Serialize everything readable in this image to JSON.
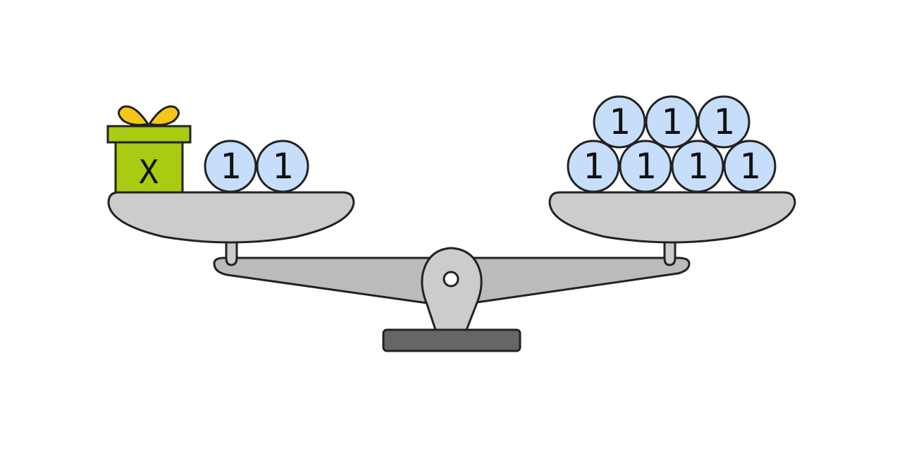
{
  "scale": {
    "left_pan": {
      "gift": {
        "label": "X",
        "color": "#a8cc11",
        "ribbon_color": "#f5c518",
        "icon": "gift-box-icon"
      },
      "units": [
        "1",
        "1"
      ]
    },
    "right_pan": {
      "units_bottom_row": [
        "1",
        "1",
        "1",
        "1"
      ],
      "units_top_row": [
        "1",
        "1",
        "1"
      ]
    },
    "colors": {
      "unit_fill": "#c6defa",
      "pan_fill": "#cccccc",
      "beam_fill": "#bbbbbb",
      "base_fill": "#666666",
      "outline": "#222222"
    }
  }
}
